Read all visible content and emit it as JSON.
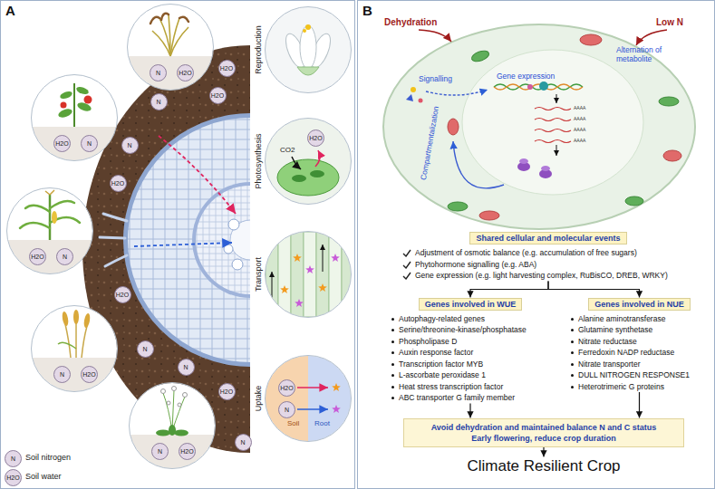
{
  "diagram": {
    "nodes": [
      {
        "text": [
          "A"
        ]
      },
      {
        "text": [
          "Reproduction"
        ],
        "in": 0
      },
      {
        "text": [
          "Photosynthesis",
          "CO2",
          "H2O"
        ],
        "in": 0
      },
      {
        "text": [
          "Transport"
        ],
        "in": 0
      },
      {
        "text": [
          "Uptake",
          "H2O",
          "N",
          "Soil",
          "Root"
        ],
        "in": 0
      },
      {
        "text": [
          "N",
          "H2O"
        ],
        "in": 0
      },
      {
        "text": [
          "H2O",
          "N"
        ],
        "in": 0
      },
      {
        "text": [
          "H2O",
          "N"
        ],
        "in": 0
      },
      {
        "text": [
          "N",
          "H2O"
        ],
        "in": 0
      },
      {
        "text": [
          "N",
          "H2O"
        ],
        "in": 0
      },
      {
        "text": [
          "N"
        ],
        "in": 0
      },
      {
        "text": [
          "H2O"
        ],
        "in": 0
      },
      {
        "text": [
          "H2O"
        ],
        "in": 0
      },
      {
        "text": [
          "N"
        ],
        "in": 0
      },
      {
        "text": [
          "H2O"
        ],
        "in": 0
      },
      {
        "text": [
          "H2O"
        ],
        "in": 0
      },
      {
        "text": [
          "N"
        ],
        "in": 0
      },
      {
        "text": [
          "N"
        ],
        "in": 0
      },
      {
        "text": [
          "H2O"
        ],
        "in": 0
      },
      {
        "text": [
          "N"
        ],
        "in": 0
      },
      {
        "text": [
          "B"
        ]
      },
      {
        "text": [
          "Shared cellular and molecular events",
          "Adjustment of osmotic balance (e.g. accumulation of free sugars)",
          "Phytohormone signalling (e.g. ABA)",
          "Gene expression (e.g. light harvesting complex, RuBisCO, DREB, WRKY)"
        ],
        "in": 20
      },
      {
        "text": [
          "Genes involved in WUE",
          "Autophagy-related genes",
          "Serine/threonine-kinase/phosphatase",
          "Phospholipase D",
          "Auxin response factor",
          "Transcription factor MYB",
          "L-ascorbate peroxidase 1",
          "Heat stress transcription factor",
          "ABC transporter G family member"
        ],
        "in": 20
      },
      {
        "text": [
          "Genes involved in NUE",
          "Alanine aminotransferase",
          "Glutamine synthetase",
          "Nitrate reductase",
          "Ferredoxin NADP reductase",
          "Nitrate transporter",
          "DULL NITROGEN RESPONSE1",
          "Heterotrimeric G proteins"
        ],
        "in": 20
      },
      {
        "text": [
          "Avoid dehydration and maintained balance N and C status",
          "Early flowering, reduce crop duration"
        ],
        "in": 20
      },
      {
        "text": [
          "Climate Resilient Crop"
        ],
        "in": 20
      }
    ],
    "edges": [
      {
        "from": 21,
        "to": 22,
        "arrow": "to"
      },
      {
        "from": 21,
        "to": 23,
        "arrow": "to"
      },
      {
        "from": 22,
        "to": 24,
        "arrow": "to"
      },
      {
        "from": 23,
        "to": 24,
        "arrow": "to"
      },
      {
        "from": 24,
        "to": 25,
        "arrow": "to"
      }
    ],
    "labels": [
      "Dehydration",
      "Low N",
      "Signalling",
      "Gene expression",
      "Alternation of metabolite",
      "Compartmentalization",
      "AAAA",
      "AAAA",
      "AAAA",
      "AAAA",
      "N",
      "H2O"
    ],
    "legend": [
      {
        "text": "Soil nitrogen"
      },
      {
        "text": "Soil water"
      }
    ]
  }
}
